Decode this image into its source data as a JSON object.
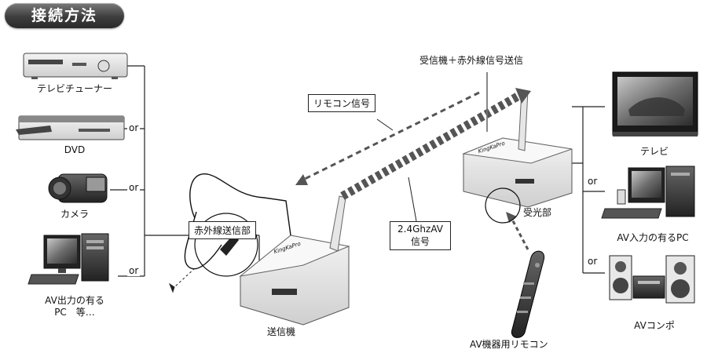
{
  "title": "接続方法",
  "sources": {
    "tuner": "テレビチューナー",
    "dvd": "DVD",
    "camera": "カメラ",
    "pc_line1": "AV出力の有る",
    "pc_line2": "PC　等…"
  },
  "sinks": {
    "tv": "テレビ",
    "pc": "AV入力の有るPC",
    "combo": "AVコンポ"
  },
  "or_label": "or",
  "callouts": {
    "receiver_title": "受信機＋赤外線信号送信",
    "remote_signal": "リモコン信号",
    "ir_sender": "赤外線送信部",
    "av_signal_line1": "2.4GhzAV",
    "av_signal_line2": "信号",
    "light_receiver": "受光部",
    "transmitter": "送信機",
    "remote": "AV機器用リモコン"
  },
  "device_brand": "KingKaPro"
}
